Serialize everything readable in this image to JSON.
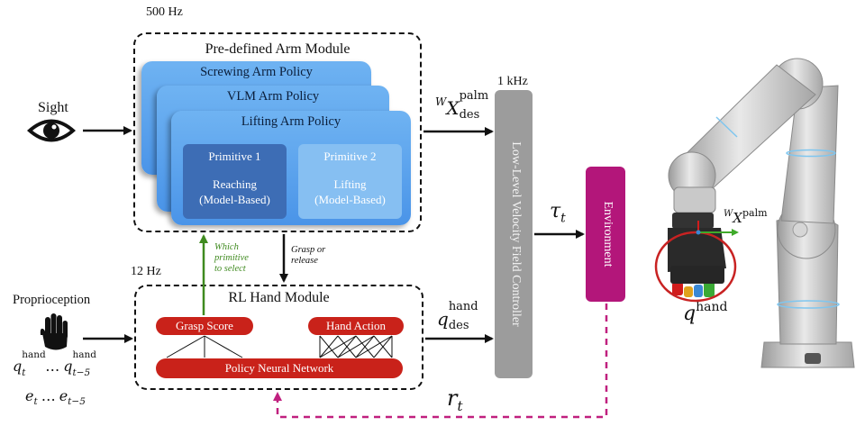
{
  "labels": {
    "freq_500": "500 Hz",
    "freq_1k": "1 kHz",
    "freq_12": "12 Hz",
    "sight": "Sight",
    "proprioception": "Proprioception",
    "which_primitive": "Which primitive to select",
    "grasp_release": "Grasp or release"
  },
  "arm_module": {
    "title": "Pre-defined Arm Module",
    "policies": [
      "Screwing Arm Policy",
      "VLM Arm Policy",
      "Lifting Arm Policy"
    ],
    "primitive1": {
      "title": "Primitive 1",
      "body": [
        "Reaching",
        "(Model-Based)"
      ]
    },
    "primitive2": {
      "title": "Primitive 2",
      "body": [
        "Lifting",
        "(Model-Based)"
      ]
    }
  },
  "hand_module": {
    "title": "RL Hand Module",
    "grasp_score": "Grasp Score",
    "hand_action": "Hand Action",
    "network": "Policy Neural Network"
  },
  "controller": {
    "label": "Low-Level Velocity Field Controller"
  },
  "environment": {
    "label": "Environment"
  },
  "math": {
    "x_des": {
      "pre": "W",
      "base": "X",
      "sup": "palm",
      "sub": "des"
    },
    "q_des": {
      "base": "q",
      "sup": "hand",
      "sub": "des"
    },
    "tau": {
      "base": "τ",
      "sub": "t"
    },
    "r": {
      "base": "r",
      "sub": "t"
    },
    "q_hist": {
      "a": "q",
      "a_sub": "t",
      "a_sup": "hand",
      "dots": "…",
      "b": "q",
      "b_sub": "t−5",
      "b_sup": "hand"
    },
    "e_hist": {
      "a": "e",
      "a_sub": "t",
      "dots": "…",
      "b": "e",
      "b_sub": "t−5"
    },
    "robot_x": {
      "pre": "W",
      "base": "X",
      "sup": "palm"
    },
    "robot_q": {
      "base": "q",
      "sup": "hand"
    }
  },
  "colors": {
    "card_blue": "#4a94e8",
    "prim1": "#3d6db5",
    "prim2": "#86bff2",
    "red": "#c9221a",
    "controller_gray": "#9c9c9c",
    "environment_magenta": "#b3167a",
    "green_arrow": "#3f8a1f",
    "reward_dash": "#c0207f"
  },
  "icons": [
    "eye-icon",
    "hand-icon",
    "robot-arm-image"
  ]
}
